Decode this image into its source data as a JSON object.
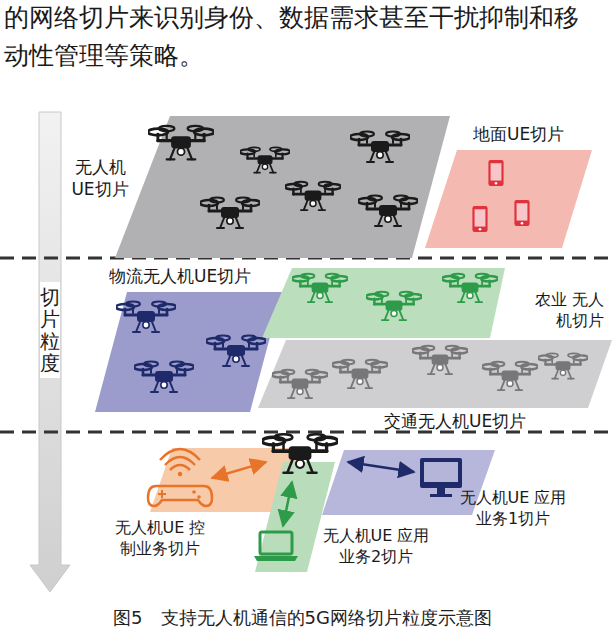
{
  "diagram": {
    "caption": "图5　支持无人机通信的5G网络切片粒度示意图",
    "nodes": [
      {
        "text": [
          "无人机 UE切片"
        ]
      },
      {
        "text": [
          "地面UE切片"
        ]
      },
      {
        "text": [
          "物流无人机UE切片"
        ]
      },
      {
        "text": [
          "农业 无人机切片"
        ]
      },
      {
        "text": [
          "交通无人机UE切片"
        ]
      },
      {
        "text": [
          "无人机UE 控制业务切片"
        ]
      },
      {
        "text": [
          "无人机UE 应用业务1切片"
        ]
      },
      {
        "text": [
          "无人机UE 应用业务2切片"
        ]
      }
    ],
    "labels": [
      "的网络切片来识别身份、数据需求甚至干扰抑制和移",
      "动性管理等策略。",
      "切片粒度"
    ]
  }
}
